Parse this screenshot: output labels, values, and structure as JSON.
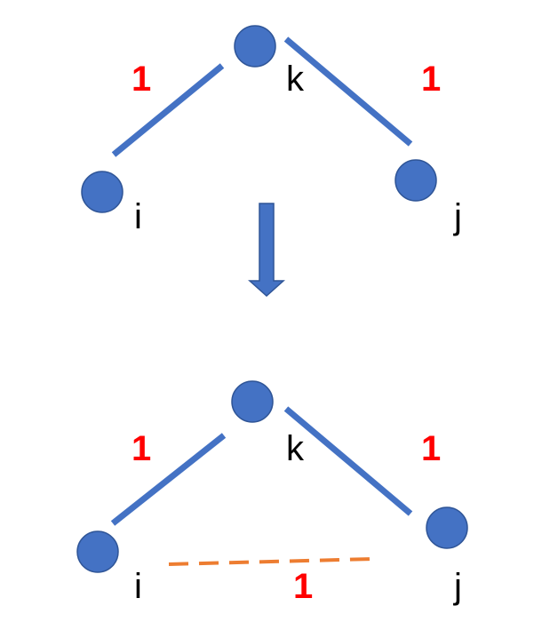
{
  "colors": {
    "node_fill": "#4472c4",
    "node_stroke": "#2f5597",
    "edge": "#4472c4",
    "new_edge": "#ed7d31",
    "weight": "#ff0000",
    "label": "#000000",
    "arrow": "#4472c4"
  },
  "top_graph": {
    "nodes": {
      "k": "k",
      "i": "i",
      "j": "j"
    },
    "edges": {
      "k_i_weight": "1",
      "k_j_weight": "1"
    }
  },
  "transition_arrow": {
    "icon": "down-arrow-icon"
  },
  "bottom_graph": {
    "nodes": {
      "k": "k",
      "i": "i",
      "j": "j"
    },
    "edges": {
      "k_i_weight": "1",
      "k_j_weight": "1",
      "i_j_weight": "1"
    }
  }
}
